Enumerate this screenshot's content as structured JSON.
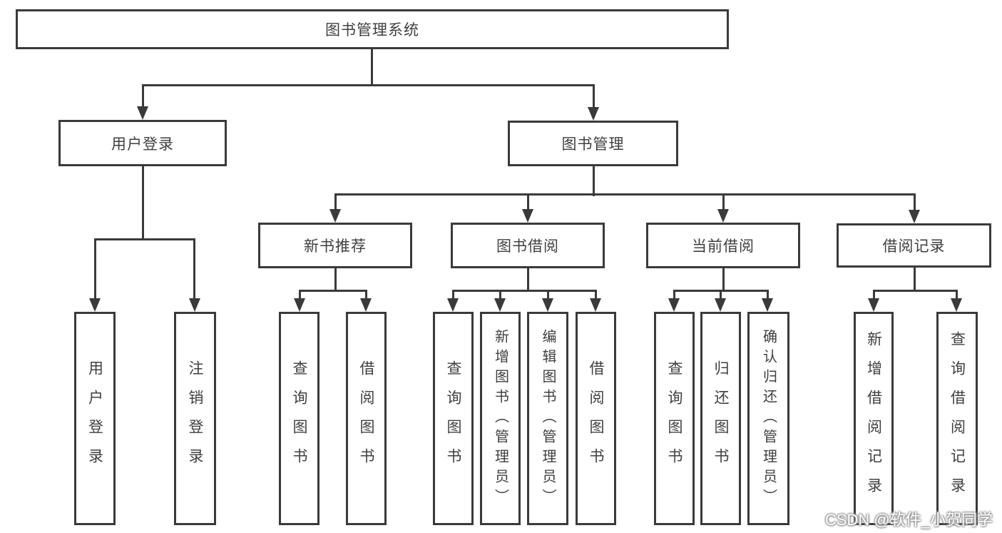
{
  "tree": {
    "label": "图书管理系统",
    "children": [
      {
        "label": "用户登录",
        "children": [
          {
            "label": "用户登录"
          },
          {
            "label": "注销登录"
          }
        ]
      },
      {
        "label": "图书管理",
        "children": [
          {
            "label": "新书推荐",
            "children": [
              {
                "label": "查询图书"
              },
              {
                "label": "借阅图书"
              }
            ]
          },
          {
            "label": "图书借阅",
            "children": [
              {
                "label": "查询图书"
              },
              {
                "label": "新增图书（管理员）"
              },
              {
                "label": "编辑图书（管理员）"
              },
              {
                "label": "借阅图书"
              }
            ]
          },
          {
            "label": "当前借阅",
            "children": [
              {
                "label": "查询图书"
              },
              {
                "label": "归还图书"
              },
              {
                "label": "确认归还（管理员）"
              }
            ]
          },
          {
            "label": "借阅记录",
            "children": [
              {
                "label": "新增借阅记录"
              },
              {
                "label": "查询借阅记录"
              }
            ]
          }
        ]
      }
    ]
  },
  "watermark": "CSDN @软件_小贺同学",
  "colors": {
    "line": "#3a3a3a",
    "text": "#3f3f3f",
    "background": "#ffffff",
    "watermark_fill": "#ffffff",
    "watermark_edge": "#9a9a9a"
  }
}
